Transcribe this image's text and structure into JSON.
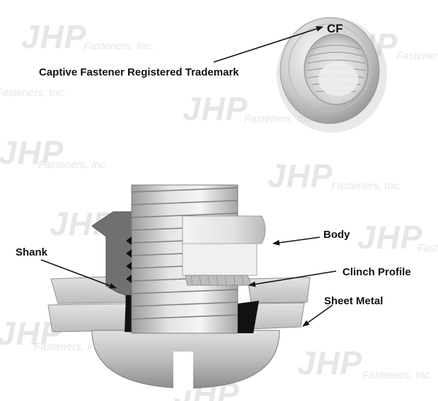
{
  "watermark": {
    "logo": "JHP",
    "company": "Fasteners, Inc."
  },
  "trademark_mark": "CF",
  "callouts": {
    "trademark": "Captive Fastener Registered Trademark",
    "body": "Body",
    "shank": "Shank",
    "clinch_profile": "Clinch Profile",
    "sheet_metal": "Sheet Metal"
  },
  "colors": {
    "steel_light": "#e8e8e8",
    "steel_dark": "#8c8c8c",
    "sheet_metal": "#cfcfcf",
    "shank_section": "#6e6e6e",
    "thread_fill": "#111111"
  }
}
